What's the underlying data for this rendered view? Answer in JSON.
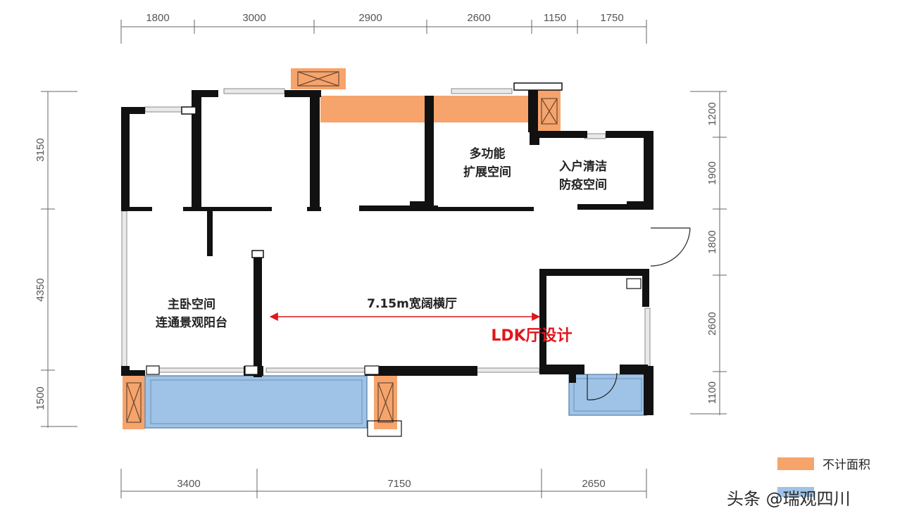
{
  "dimensions": {
    "top": [
      "1800",
      "3000",
      "2900",
      "2600",
      "1150",
      "1750"
    ],
    "bottom": [
      "3400",
      "7150",
      "2650"
    ],
    "left": [
      "3150",
      "4350",
      "1500"
    ],
    "right": [
      "1200",
      "1900",
      "1800",
      "2600",
      "1100"
    ]
  },
  "rooms": {
    "multi_function_line1": "多功能",
    "multi_function_line2": "扩展空间",
    "entry_clean_line1": "入户清洁",
    "entry_clean_line2": "防疫空间",
    "master_line1": "主卧空间",
    "master_line2": "连通景观阳台",
    "hall_width": "7.15m宽阔横厅",
    "ldk": "LDK厅设计"
  },
  "legend": {
    "not_counted": "不计面积",
    "not_counted_color": "#f6a36c"
  },
  "watermark": "头条 @瑞观四川",
  "colors": {
    "wall": "#111111",
    "balcony": "#9ec3e6",
    "excluded_area": "#f6a36c",
    "dimension_arrow": "#e0161c"
  }
}
